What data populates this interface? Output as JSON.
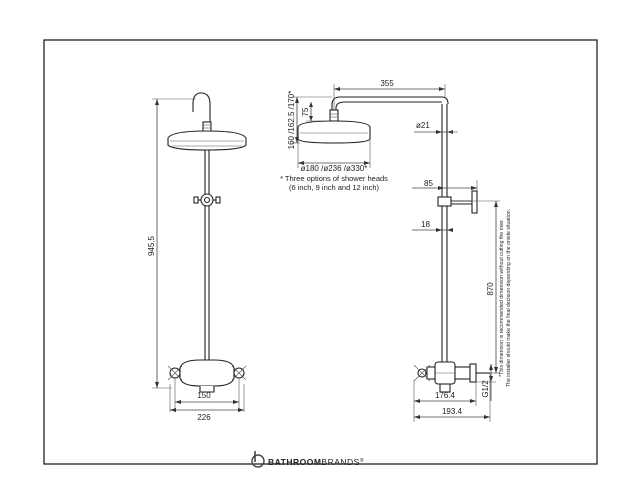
{
  "colors": {
    "line": "#222222",
    "background": "#ffffff"
  },
  "dimensions": {
    "height_total": "945.5",
    "centers": "150",
    "width_total": "226",
    "arm_length": "355",
    "head_heights": "160 /162.5 /170*",
    "head_drop": "75",
    "head_diameters": "ø180 /ø236 /ø330*",
    "pipe_diameter": "ø21",
    "wall_offset": "85",
    "bracket_offset": "18",
    "riser_height": "870",
    "valve_depth_1": "176.4",
    "valve_depth_2": "193.4",
    "thread": "G1/2"
  },
  "notes": {
    "shower_heads_line1": "* Three options of shower heads",
    "shower_heads_line2": "(6 inch, 9 inch and 12 inch)",
    "cut_line1": "*This dimension is recommended dimension without cutting the riser.",
    "cut_line2": "The installer should make the final decision depending on the onsite situation."
  },
  "brand": {
    "logo_letter": "b",
    "name_bold": "BATHROOM",
    "name_light": "BRANDS",
    "mark": "®"
  },
  "icons": {
    "logo": "bathroom-brands-logo"
  }
}
